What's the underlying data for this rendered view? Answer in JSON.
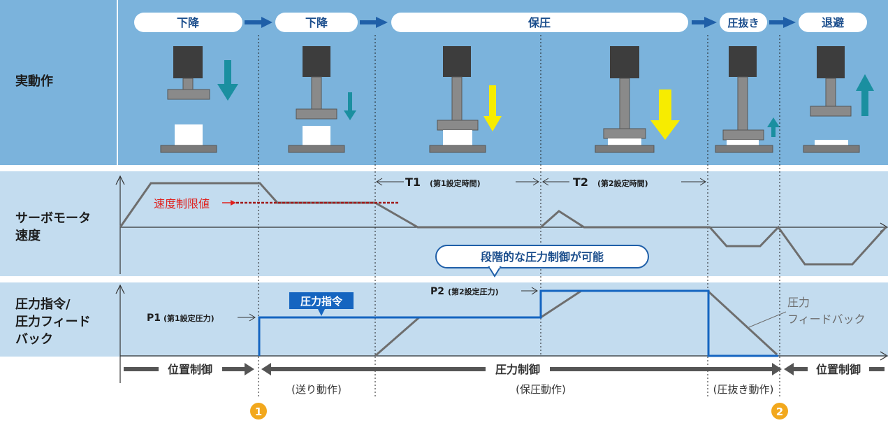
{
  "rows": {
    "action": "実動作",
    "speed": "サーボモータ\n速度",
    "pressure": "圧力指令/\n圧力フィード\nバック"
  },
  "phases": [
    "下降",
    "下降",
    "保圧",
    "圧抜き",
    "退避"
  ],
  "speed_annotations": {
    "limit": "速度制限値",
    "t1_label": "T1",
    "t1_sub": "(第1設定時間)",
    "t2_label": "T2",
    "t2_sub": "(第2設定時間)"
  },
  "pressure_annotations": {
    "p1_label": "P1",
    "p1_sub": "(第1設定圧力)",
    "p2_label": "P2",
    "p2_sub": "(第2設定圧力)",
    "command_tag": "圧力指令",
    "feedback_line1": "圧力",
    "feedback_line2": "フィードバック",
    "callout": "段階的な圧力制御が可能"
  },
  "control_modes": {
    "left": "位置制御",
    "center": "圧力制御",
    "right": "位置制御"
  },
  "sub_actions": [
    "(送り動作)",
    "(保圧動作)",
    "(圧抜き動作)"
  ],
  "markers": [
    "1",
    "2"
  ],
  "colors": {
    "band": "#7bb3dc",
    "panel": "#c3dcef",
    "arrow_teal": "#1a8fa0",
    "arrow_yellow": "#f7ec00",
    "command_line": "#1565c0",
    "feedback_line": "#6e6e6e",
    "limit_red": "#e0201c",
    "marker": "#f2a81d",
    "flow_arrow": "#1f5fa8"
  }
}
